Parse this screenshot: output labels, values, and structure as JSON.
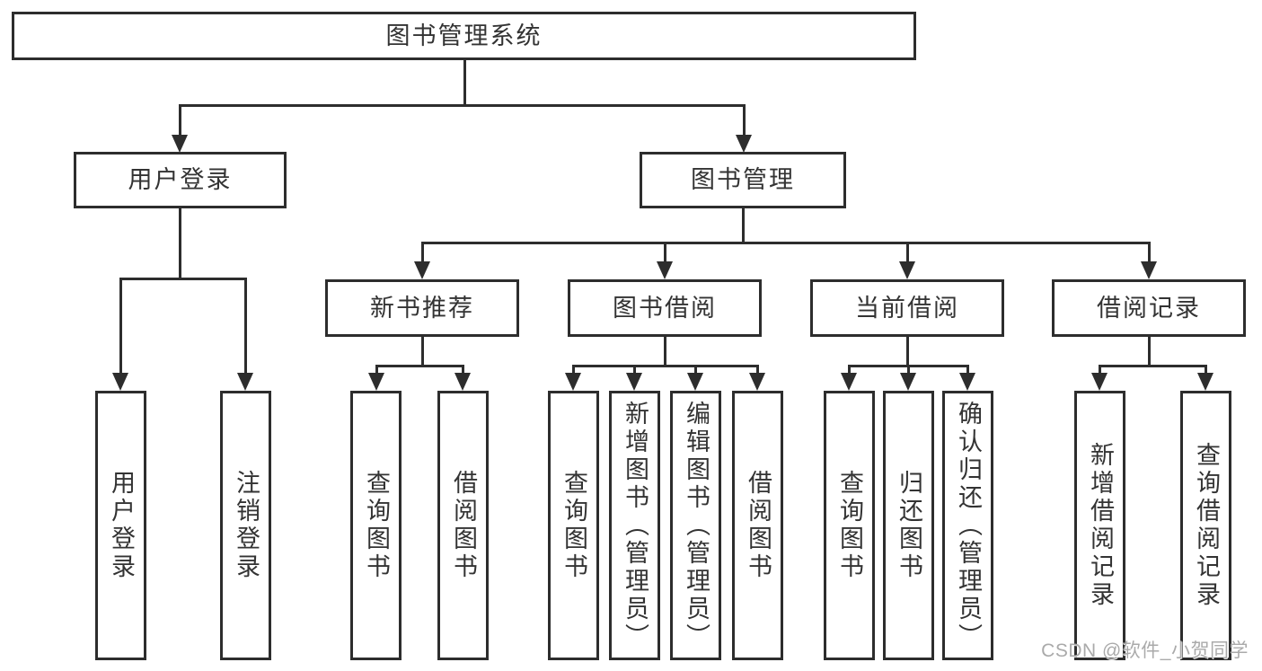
{
  "diagram": {
    "type": "hierarchy-tree",
    "colors": {
      "line": "#2d2d2d",
      "box_border": "#2d2d2d",
      "text": "#333333",
      "watermark": "#aaaaaa",
      "background": "#ffffff"
    },
    "tree": {
      "root": {
        "label": "图书管理系统",
        "children": [
          {
            "label": "用户登录",
            "children": [
              {
                "label": "用户登录"
              },
              {
                "label": "注销登录"
              }
            ]
          },
          {
            "label": "图书管理",
            "children": [
              {
                "label": "新书推荐",
                "children": [
                  {
                    "label": "查询图书"
                  },
                  {
                    "label": "借阅图书"
                  }
                ]
              },
              {
                "label": "图书借阅",
                "children": [
                  {
                    "label": "查询图书"
                  },
                  {
                    "label": "新增图书（管理员）"
                  },
                  {
                    "label": "编辑图书（管理员）"
                  },
                  {
                    "label": "借阅图书"
                  }
                ]
              },
              {
                "label": "当前借阅",
                "children": [
                  {
                    "label": "查询图书"
                  },
                  {
                    "label": "归还图书"
                  },
                  {
                    "label": "确认归还（管理员）"
                  }
                ]
              },
              {
                "label": "借阅记录",
                "children": [
                  {
                    "label": "新增借阅记录"
                  },
                  {
                    "label": "查询借阅记录"
                  }
                ]
              }
            ]
          }
        ]
      }
    },
    "watermark": {
      "text": "CSDN @软件_小贺同学"
    }
  }
}
